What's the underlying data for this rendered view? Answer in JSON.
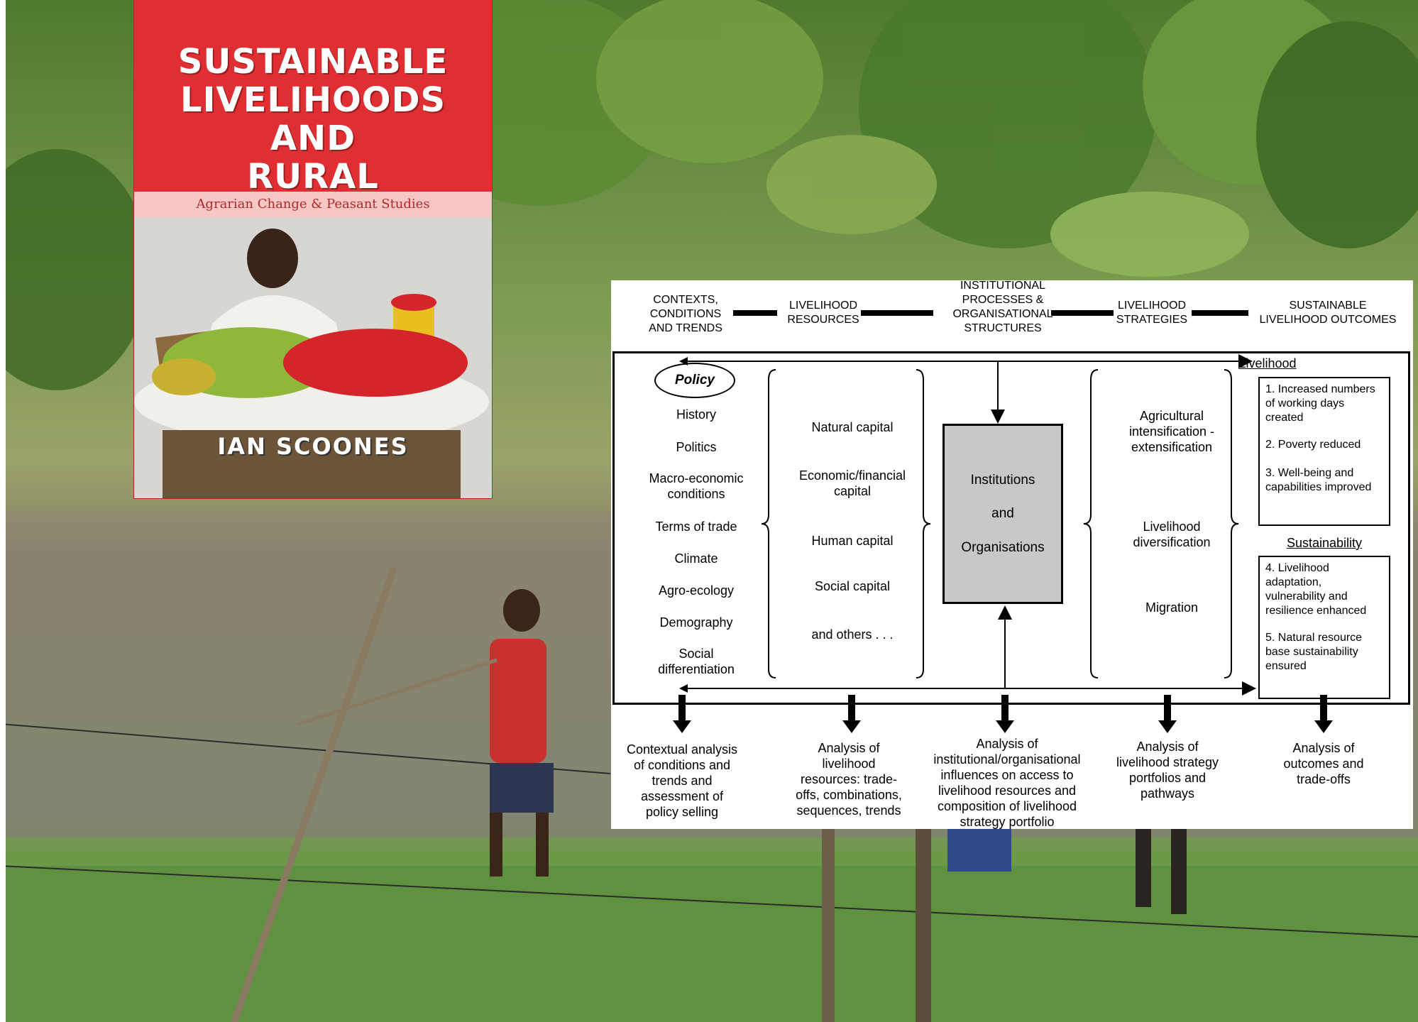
{
  "book": {
    "title": "SUSTAINABLE\nLIVELIHOODS AND\nRURAL DEVELOPMENT",
    "series": "Agrarian Change & Peasant Studies",
    "author": "IAN SCOONES"
  },
  "diagram": {
    "headers": [
      "CONTEXTS,\nCONDITIONS\nAND TRENDS",
      "LIVELIHOOD\nRESOURCES",
      "INSTITUTIONAL\nPROCESSES &\nORGANISATIONAL\nSTRUCTURES",
      "LIVELIHOOD\nSTRATEGIES",
      "SUSTAINABLE\nLIVELIHOOD OUTCOMES"
    ],
    "contexts": {
      "policy": "Policy",
      "items": [
        "History",
        "Politics",
        "Macro-economic\nconditions",
        "Terms of trade",
        "Climate",
        "Agro-ecology",
        "Demography",
        "Social\ndifferentiation"
      ]
    },
    "resources": [
      "Natural capital",
      "Economic/financial\ncapital",
      "Human capital",
      "Social capital",
      "and others . . ."
    ],
    "institutions": [
      "Institutions",
      "and",
      "Organisations"
    ],
    "strategies": [
      "Agricultural\nintensification -\nextensification",
      "Livelihood\ndiversification",
      "Migration"
    ],
    "outcomes": {
      "livelihood_heading": "Livelihood",
      "livelihood_items": [
        "1. Increased numbers of working days created",
        "2. Poverty reduced",
        "3. Well-being and capabilities improved"
      ],
      "sustainability_heading": "Sustainability",
      "sustainability_items": [
        "4. Livelihood adaptation, vulnerability and resilience enhanced",
        "5. Natural resource base sustainability ensured"
      ]
    },
    "analysis": [
      "Contextual analysis\nof conditions and\ntrends and\nassessment of\npolicy selling",
      "Analysis of\nlivelihood\nresources: trade-\noffs, combinations,\nsequences, trends",
      "Analysis of\ninstitutional/organisational\ninfluences on access to\nlivelihood resources and\ncomposition of livelihood\nstrategy portfolio",
      "Analysis of\nlivelihood strategy\nportfolios and\npathways",
      "Analysis of\noutcomes and\ntrade-offs"
    ]
  },
  "colors": {
    "cover_red": "#e02f33",
    "box_gray": "#c8c8c8"
  }
}
